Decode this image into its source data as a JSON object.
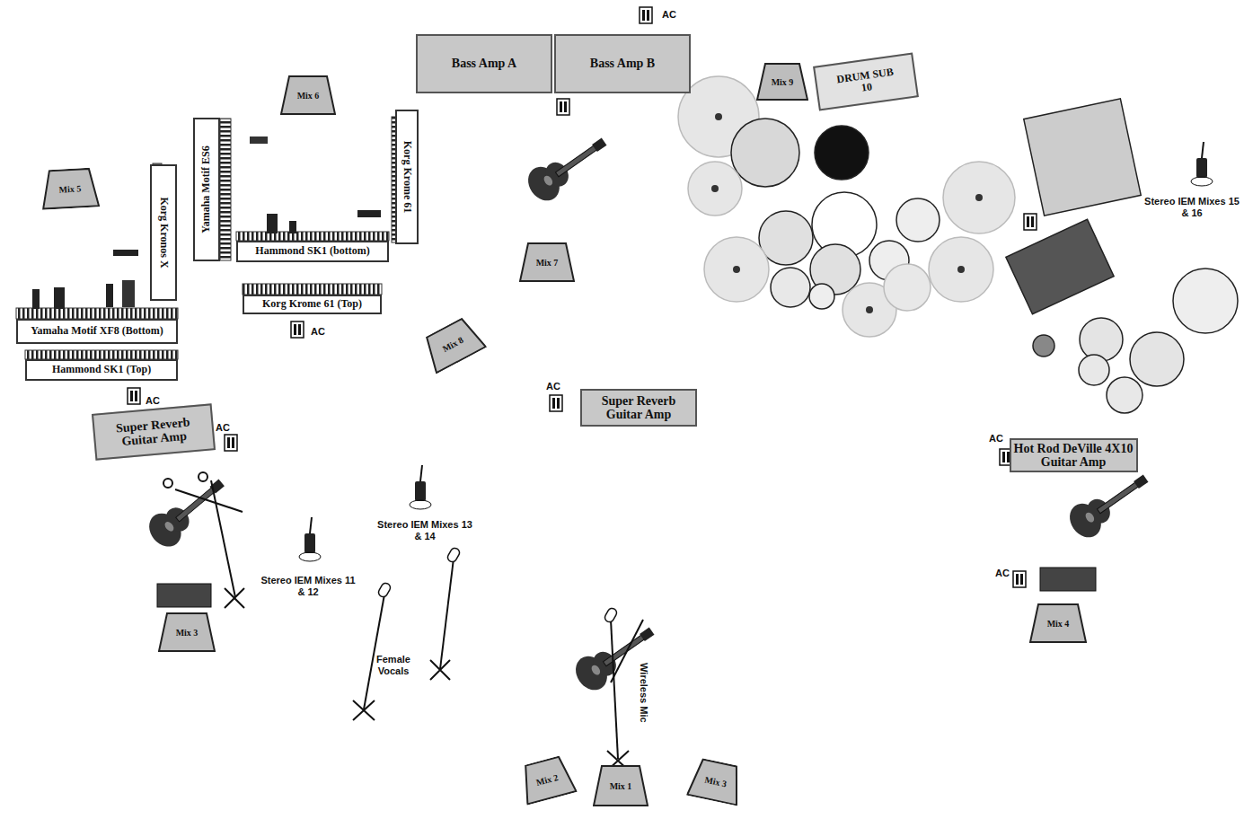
{
  "diagram": {
    "nodes": [
      {
        "text": [
          "Bass Amp A"
        ]
      },
      {
        "text": [
          "Bass Amp B"
        ]
      },
      {
        "text": [
          "Mix 6"
        ]
      },
      {
        "text": [
          "DRUM SUB",
          "10"
        ]
      },
      {
        "text": [
          "Mix 9"
        ]
      },
      {
        "text": [
          "Mix 5"
        ]
      },
      {
        "text": [
          "Yamaha Motif ES6"
        ]
      },
      {
        "text": [
          "Korg Kronos X"
        ]
      },
      {
        "text": [
          "Korg Krome 61"
        ]
      },
      {
        "text": [
          "Hammond SK1 (bottom)"
        ]
      },
      {
        "text": [
          "Korg Krome 61 (Top)"
        ]
      },
      {
        "text": [
          "Mix 7"
        ]
      },
      {
        "text": [
          "Yamaha Motif XF8 (Bottom)"
        ]
      },
      {
        "text": [
          "Hammond SK1 (Top)"
        ]
      },
      {
        "text": [
          "Mix 8"
        ]
      },
      {
        "text": [
          "Super Reverb",
          "Guitar Amp"
        ]
      },
      {
        "text": [
          "Super Reverb",
          "Guitar Amp"
        ]
      },
      {
        "text": [
          "Hot Rod DeVille 4X10",
          "Guitar Amp"
        ]
      },
      {
        "text": [
          "Mix 3"
        ]
      },
      {
        "text": [
          "Mix 4"
        ]
      },
      {
        "text": [
          "Mix 2"
        ]
      },
      {
        "text": [
          "Mix 1"
        ]
      },
      {
        "text": [
          "Mix 3"
        ]
      }
    ],
    "edges": [],
    "labels": [
      "AC",
      "AC",
      "AC",
      "AC",
      "AC",
      "AC",
      "AC",
      "Stereo IEM Mixes 15 & 16",
      "Stereo IEM Mixes 13 & 14",
      "Stereo IEM Mixes 11 & 12",
      "Female Vocals",
      "Wireless Mic"
    ]
  }
}
